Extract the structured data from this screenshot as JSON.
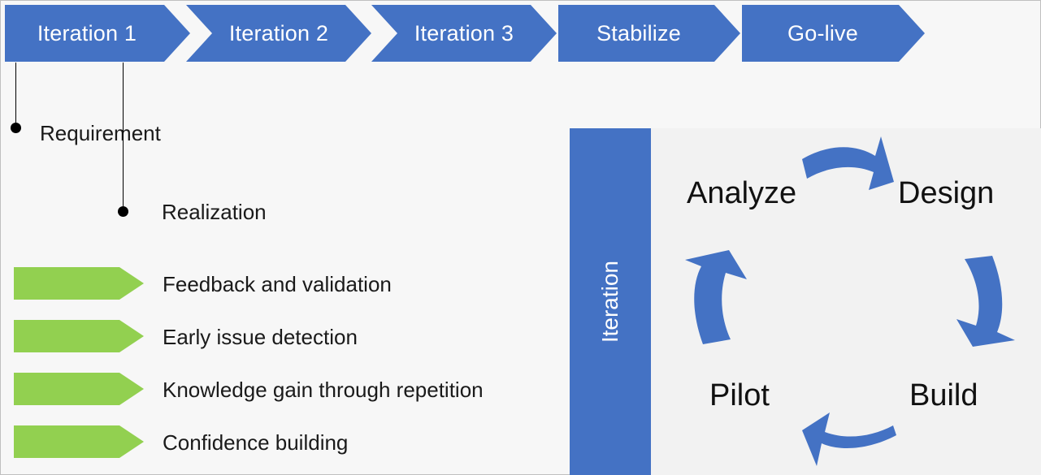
{
  "colors": {
    "phase_blue": "#4472C4",
    "benefit_green": "#92D050",
    "arrow_blue": "#4472C4",
    "panel_background": "#F2F2F2",
    "page_background": "#F7F7F7",
    "text_dark": "#1A1A1A",
    "text_on_blue": "#FFFFFF"
  },
  "timeline": {
    "phases": [
      {
        "label": "Iteration 1",
        "shape": "chevron"
      },
      {
        "label": "Iteration 2",
        "shape": "chevron-notched"
      },
      {
        "label": "Iteration 3",
        "shape": "chevron-notched"
      },
      {
        "label": "Stabilize",
        "shape": "chevron"
      },
      {
        "label": "Go-live",
        "shape": "chevron"
      }
    ]
  },
  "callouts": [
    {
      "label": "Requirement",
      "from_phase": "Iteration 1"
    },
    {
      "label": "Realization",
      "from_phase": "Iteration 1"
    }
  ],
  "benefits": [
    {
      "label": "Feedback and validation"
    },
    {
      "label": "Early issue detection"
    },
    {
      "label": "Knowledge gain through repetition"
    },
    {
      "label": "Confidence building"
    }
  ],
  "cycle": {
    "band_label": "Iteration",
    "steps": [
      {
        "label": "Analyze",
        "position": "top-left"
      },
      {
        "label": "Design",
        "position": "top-right"
      },
      {
        "label": "Build",
        "position": "bottom-right"
      },
      {
        "label": "Pilot",
        "position": "bottom-left"
      }
    ],
    "arrows": [
      {
        "name": "analyze-to-design",
        "direction": "right"
      },
      {
        "name": "design-to-build",
        "direction": "down"
      },
      {
        "name": "build-to-pilot",
        "direction": "left"
      },
      {
        "name": "pilot-to-analyze",
        "direction": "up"
      }
    ]
  }
}
